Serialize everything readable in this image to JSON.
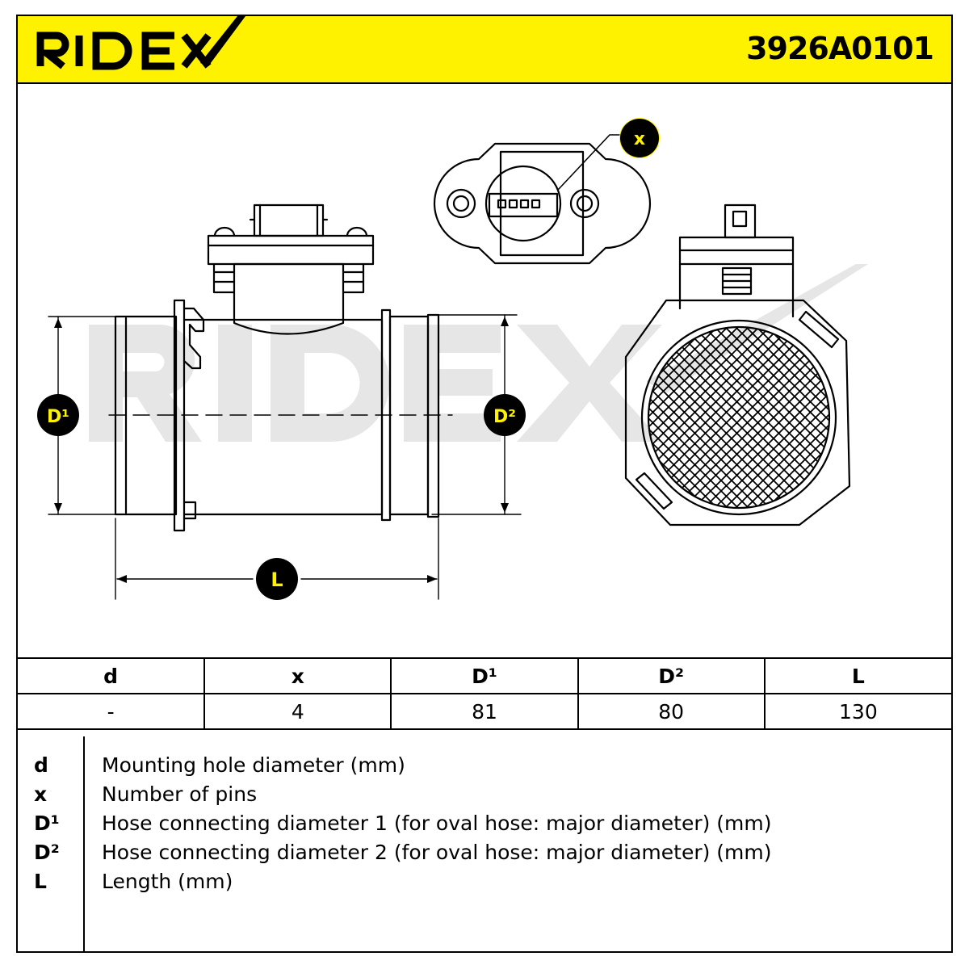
{
  "header": {
    "brand": "RIDEX",
    "part_number": "3926A0101",
    "background_color": "#fff200"
  },
  "drawing": {
    "watermark": "RIDEX",
    "callouts": {
      "pins": "x",
      "diameter_1": "D¹",
      "diameter_2": "D²",
      "length": "L"
    },
    "callout_fill": "#fff200"
  },
  "spec_table": {
    "headers": [
      "d",
      "x",
      "D¹",
      "D²",
      "L"
    ],
    "values": [
      "-",
      "4",
      "81",
      "80",
      "130"
    ]
  },
  "legend": [
    {
      "key": "d",
      "text": "Mounting hole diameter (mm)"
    },
    {
      "key": "x",
      "text": "Number of pins"
    },
    {
      "key": "D¹",
      "text": "Hose connecting diameter 1 (for oval hose: major diameter) (mm)"
    },
    {
      "key": "D²",
      "text": "Hose connecting diameter 2 (for oval hose: major diameter) (mm)"
    },
    {
      "key": "L",
      "text": "Length (mm)"
    }
  ]
}
